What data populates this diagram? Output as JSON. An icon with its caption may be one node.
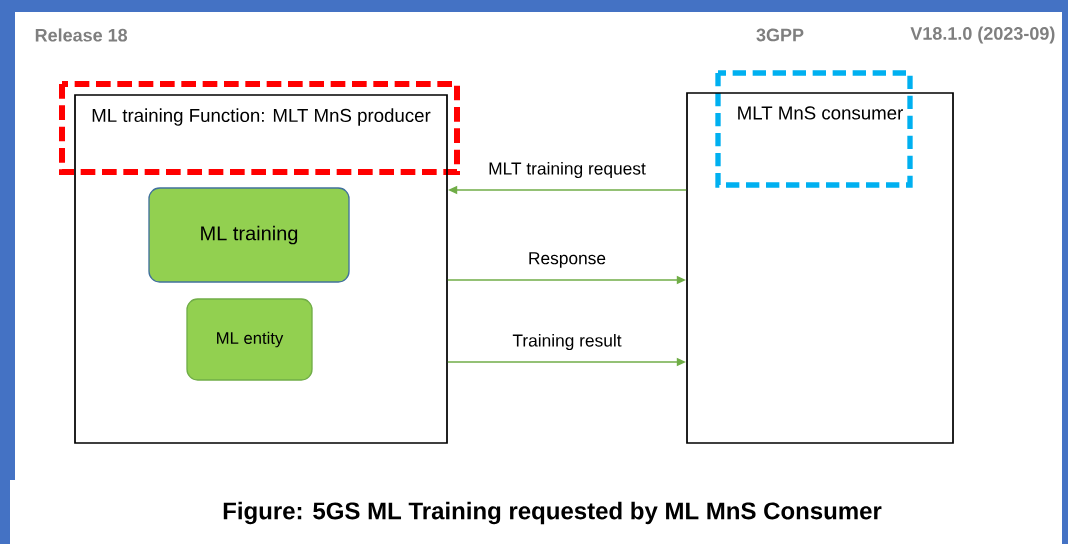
{
  "diagram": {
    "caption": "Figure: 5GS ML Training requested by ML MnS Consumer",
    "nodes": [
      {
        "text": [
          "ML training Function: MLT MnS producer"
        ]
      },
      {
        "text": [
          "MLT MnS consumer"
        ]
      },
      {
        "text": [
          "ML training"
        ],
        "in": 0
      },
      {
        "text": [
          "ML entity"
        ],
        "in": 0
      }
    ],
    "edges": [
      {
        "from": 1,
        "to": 0,
        "arrow": "to",
        "label": "MLT training request"
      },
      {
        "from": 0,
        "to": 1,
        "arrow": "to",
        "label": "Response"
      },
      {
        "from": 0,
        "to": 1,
        "arrow": "to",
        "label": "Training result"
      }
    ],
    "labels": [
      "Release 18",
      "3GPP",
      "V18.1.0 (2023-09)"
    ]
  }
}
